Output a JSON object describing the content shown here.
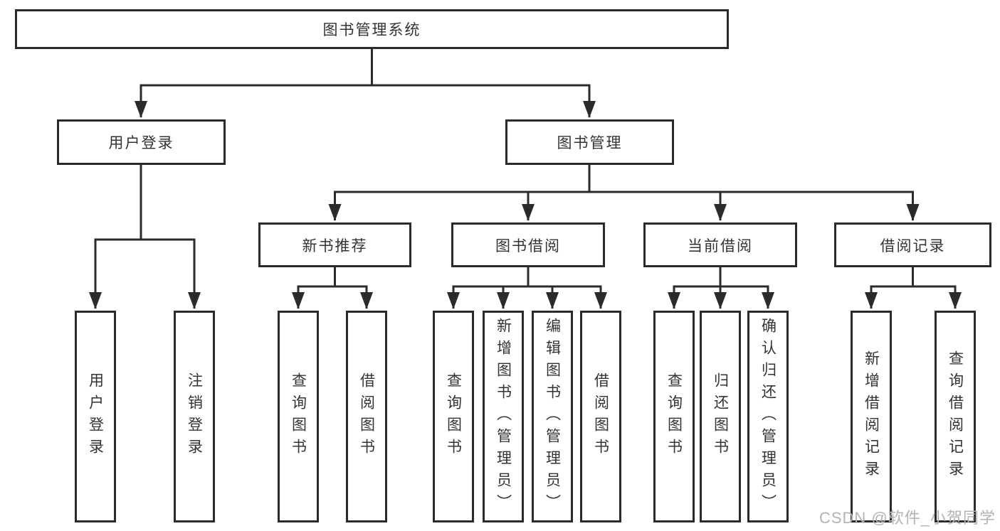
{
  "diagram": {
    "root_label": "图书管理系统",
    "level2": [
      {
        "id": "user-login",
        "label": "用户登录"
      },
      {
        "id": "book-management",
        "label": "图书管理"
      }
    ],
    "level3": [
      {
        "id": "new-book-recommend",
        "label": "新书推荐"
      },
      {
        "id": "book-borrowing",
        "label": "图书借阅"
      },
      {
        "id": "current-borrowing",
        "label": "当前借阅"
      },
      {
        "id": "borrowing-records",
        "label": "借阅记录"
      }
    ],
    "leaves": {
      "user_login": [
        "用户登录",
        "注销登录"
      ],
      "new_book_recommend": [
        "查询图书",
        "借阅图书"
      ],
      "book_borrowing": [
        "查询图书",
        "新增图书（管理员）",
        "编辑图书（管理员）",
        "借阅图书"
      ],
      "current_borrowing": [
        "查询图书",
        "归还图书",
        "确认归还（管理员）"
      ],
      "borrowing_records": [
        "新增借阅记录",
        "查询借阅记录"
      ]
    }
  },
  "watermark": {
    "text": "CSDN @软件_小贺同学"
  },
  "colors": {
    "line": "#2b2b2b",
    "box_border": "#2b2b2b",
    "text": "#333333",
    "background": "#ffffff",
    "watermark": "#b3b3b3"
  }
}
